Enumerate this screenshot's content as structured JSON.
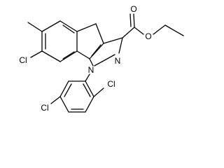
{
  "molecule": {
    "atoms": {
      "ring_n1": "N",
      "ring_n2": "N",
      "carbonyl_o": "O",
      "ester_o": "O",
      "cl_indene": "Cl",
      "cl_phenyl_ortho": "Cl",
      "cl_phenyl_para": "Cl"
    },
    "colors": {
      "bond": "#000000",
      "label": "#000000",
      "background": "#ffffff"
    }
  }
}
